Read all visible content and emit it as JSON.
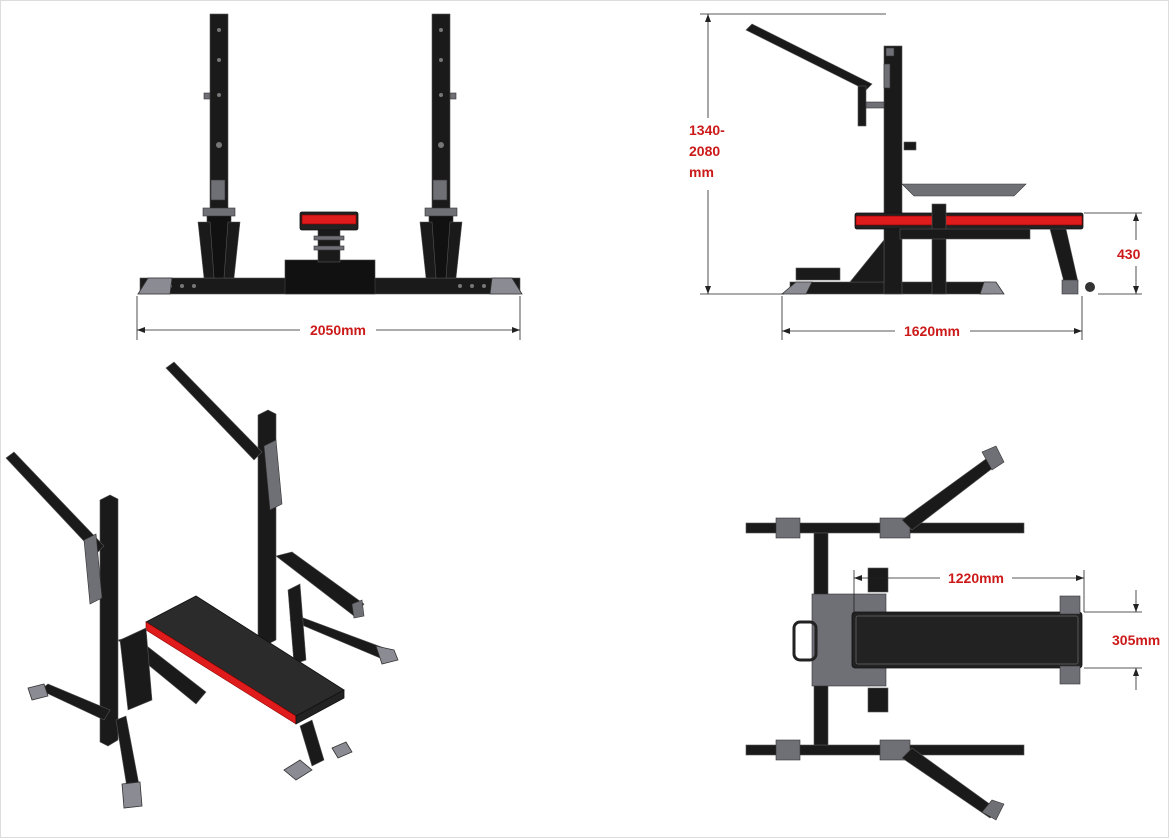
{
  "views": {
    "front": {
      "width_label": "2050mm"
    },
    "side": {
      "height_label_lines": [
        "1340-",
        "2080",
        "mm"
      ],
      "bench_height_label": "430",
      "length_label": "1620mm"
    },
    "isometric": {},
    "top": {
      "bench_length_label": "1220mm",
      "bench_width_label": "305mm"
    }
  },
  "colors": {
    "dimension_text": "#cc1a1a",
    "frame": "#1a1a1a",
    "pad_stripe": "#e01b1b",
    "feet": "#8b8b93"
  }
}
